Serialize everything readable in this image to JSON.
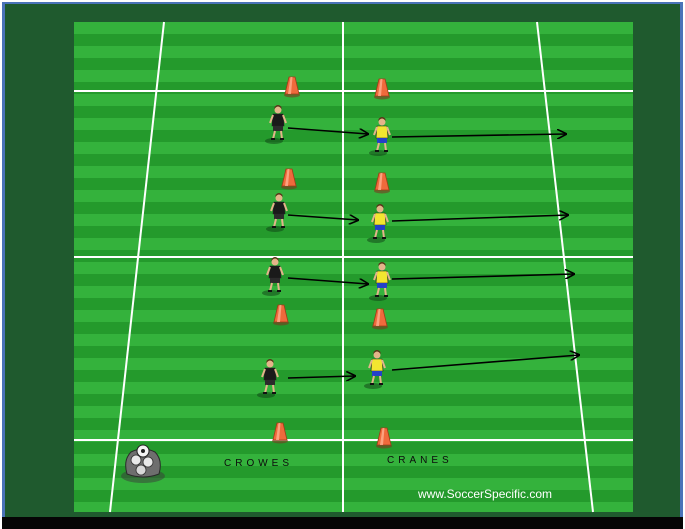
{
  "diagram": {
    "title": "",
    "team_left": "CROWES",
    "team_right": "CRANES",
    "website": "www.SoccerSpecific.com",
    "colors": {
      "background": "#1f5a2e",
      "field_light": "#34b23c",
      "field_dark": "#249a2c",
      "lines": "#ffffff",
      "cone": "#ef6a3c",
      "crowes_jersey": "#1a1a1a",
      "cranes_jersey": "#f2e630",
      "cranes_shorts": "#2340c8",
      "arrow": "#000000",
      "frame_border": "#4a73b8"
    },
    "player_pairs": 4,
    "cone_pairs": 4,
    "icons": [
      "traffic-cone-icon",
      "player-icon",
      "ball-bag-icon"
    ]
  }
}
